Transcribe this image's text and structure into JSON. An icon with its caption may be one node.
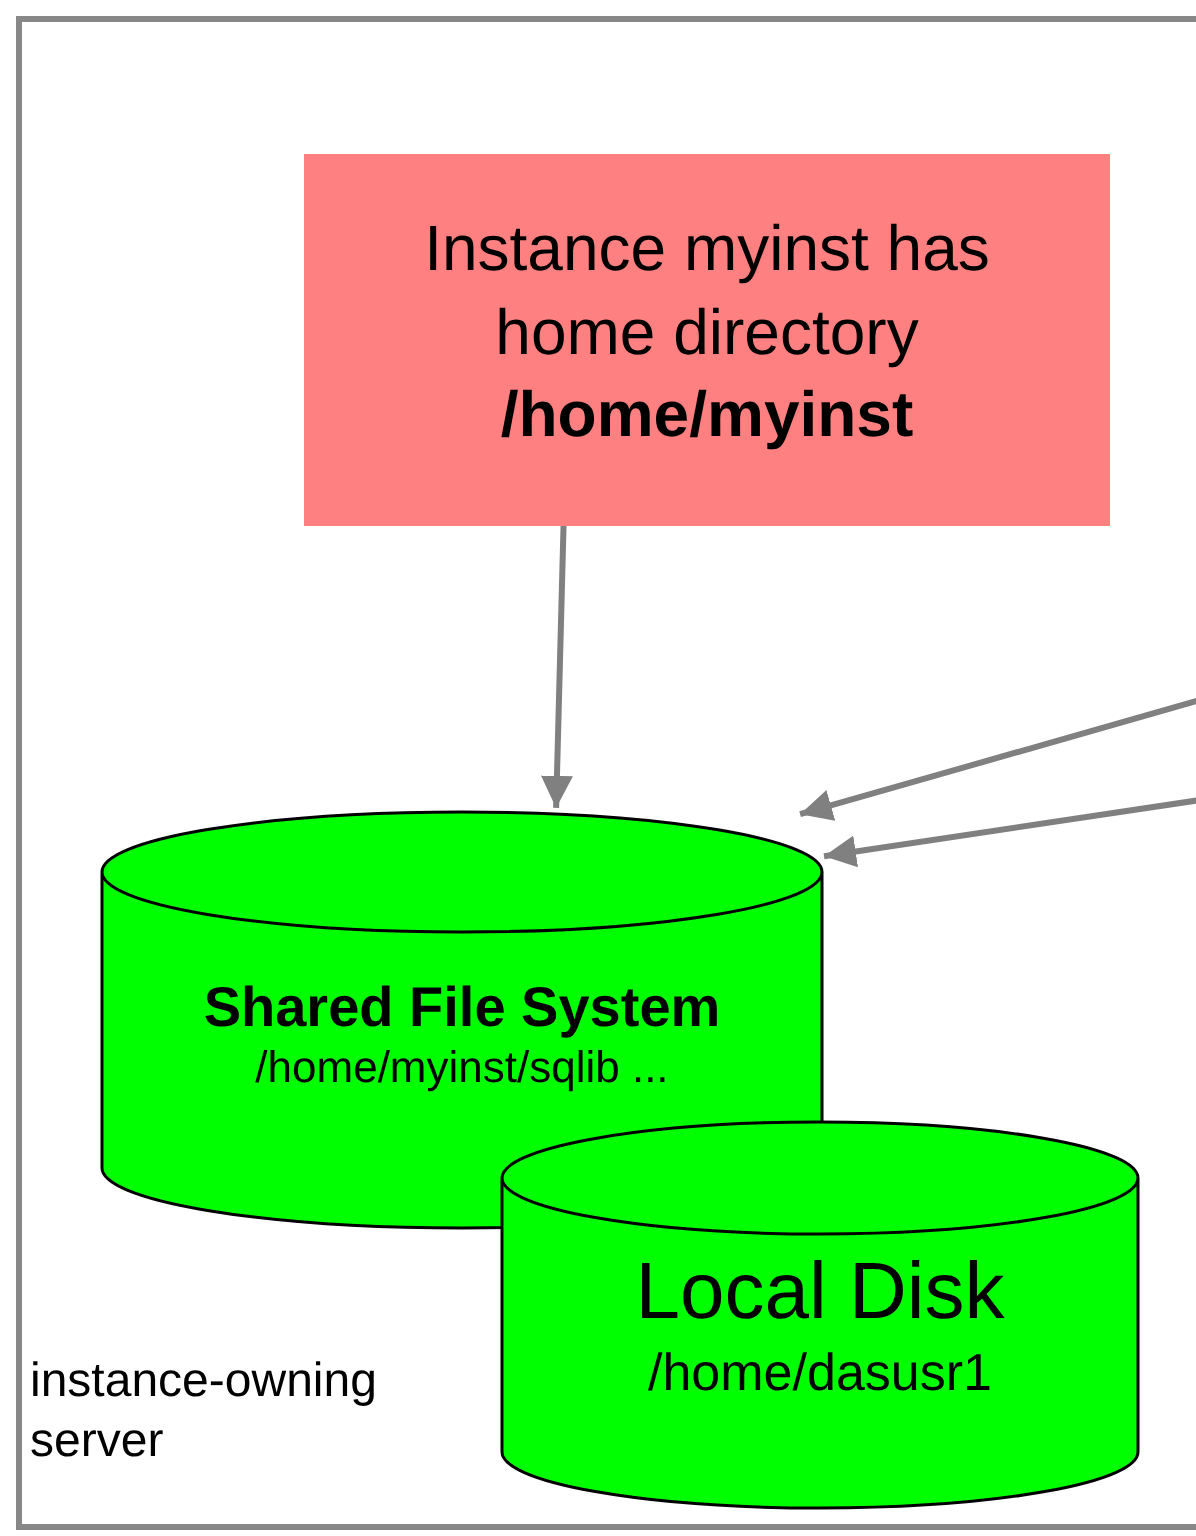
{
  "diagram": {
    "nodes": [
      {
        "text": [
          "instance-owning server"
        ]
      },
      {
        "text": [
          "Instance myinst has home directory **/home/myinst**"
        ],
        "in": 0
      },
      {
        "text": [
          "Shared File System",
          "/home/myinst/sqlib ..."
        ],
        "in": 0
      },
      {
        "text": [
          "Local Disk",
          "/home/dasusr1"
        ],
        "in": 0
      }
    ],
    "edges": [
      {
        "from": 1,
        "to": 2,
        "arrow": "to"
      },
      {
        "from": null,
        "to": 2,
        "arrow": "to"
      },
      {
        "from": null,
        "to": 2,
        "arrow": "to"
      }
    ]
  }
}
